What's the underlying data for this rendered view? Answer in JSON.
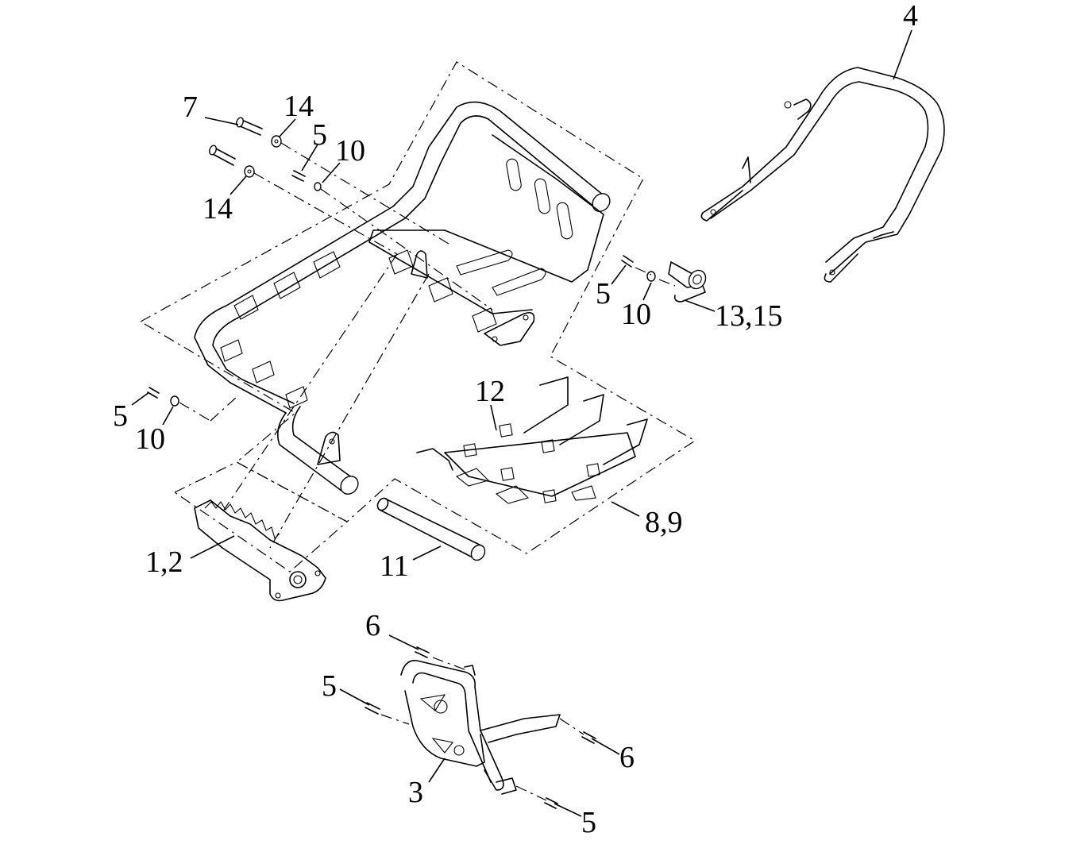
{
  "callouts": {
    "c4": "4",
    "c7": "7",
    "c14a": "14",
    "c5a": "5",
    "c10a": "10",
    "c14b": "14",
    "c5b": "5",
    "c10b": "10",
    "c1315": "13,15",
    "c5c": "5",
    "c10c": "10",
    "c12": "12",
    "c89": "8,9",
    "c12x": "1,2",
    "c11": "11",
    "c6a": "6",
    "c5d": "5",
    "c6b": "6",
    "c3": "3",
    "c5e": "5"
  }
}
